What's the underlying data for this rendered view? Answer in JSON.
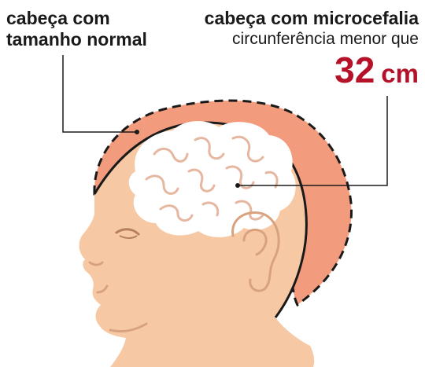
{
  "normal_label": {
    "line1": "cabeça com",
    "line2": "tamanho normal"
  },
  "micro_label": {
    "title": "cabeça com microcefalia",
    "subtitle": "circunferência menor que",
    "measure_value": "32",
    "measure_unit": "cm"
  },
  "colors": {
    "skin": "#f6c9a4",
    "skin_outline": "#d9a27f",
    "normal_head_fill": "#f39b7d",
    "brain": "#ffffff",
    "brain_folds": "#e6b7a0",
    "accent": "#b5122a",
    "line": "#1a1a1a"
  }
}
